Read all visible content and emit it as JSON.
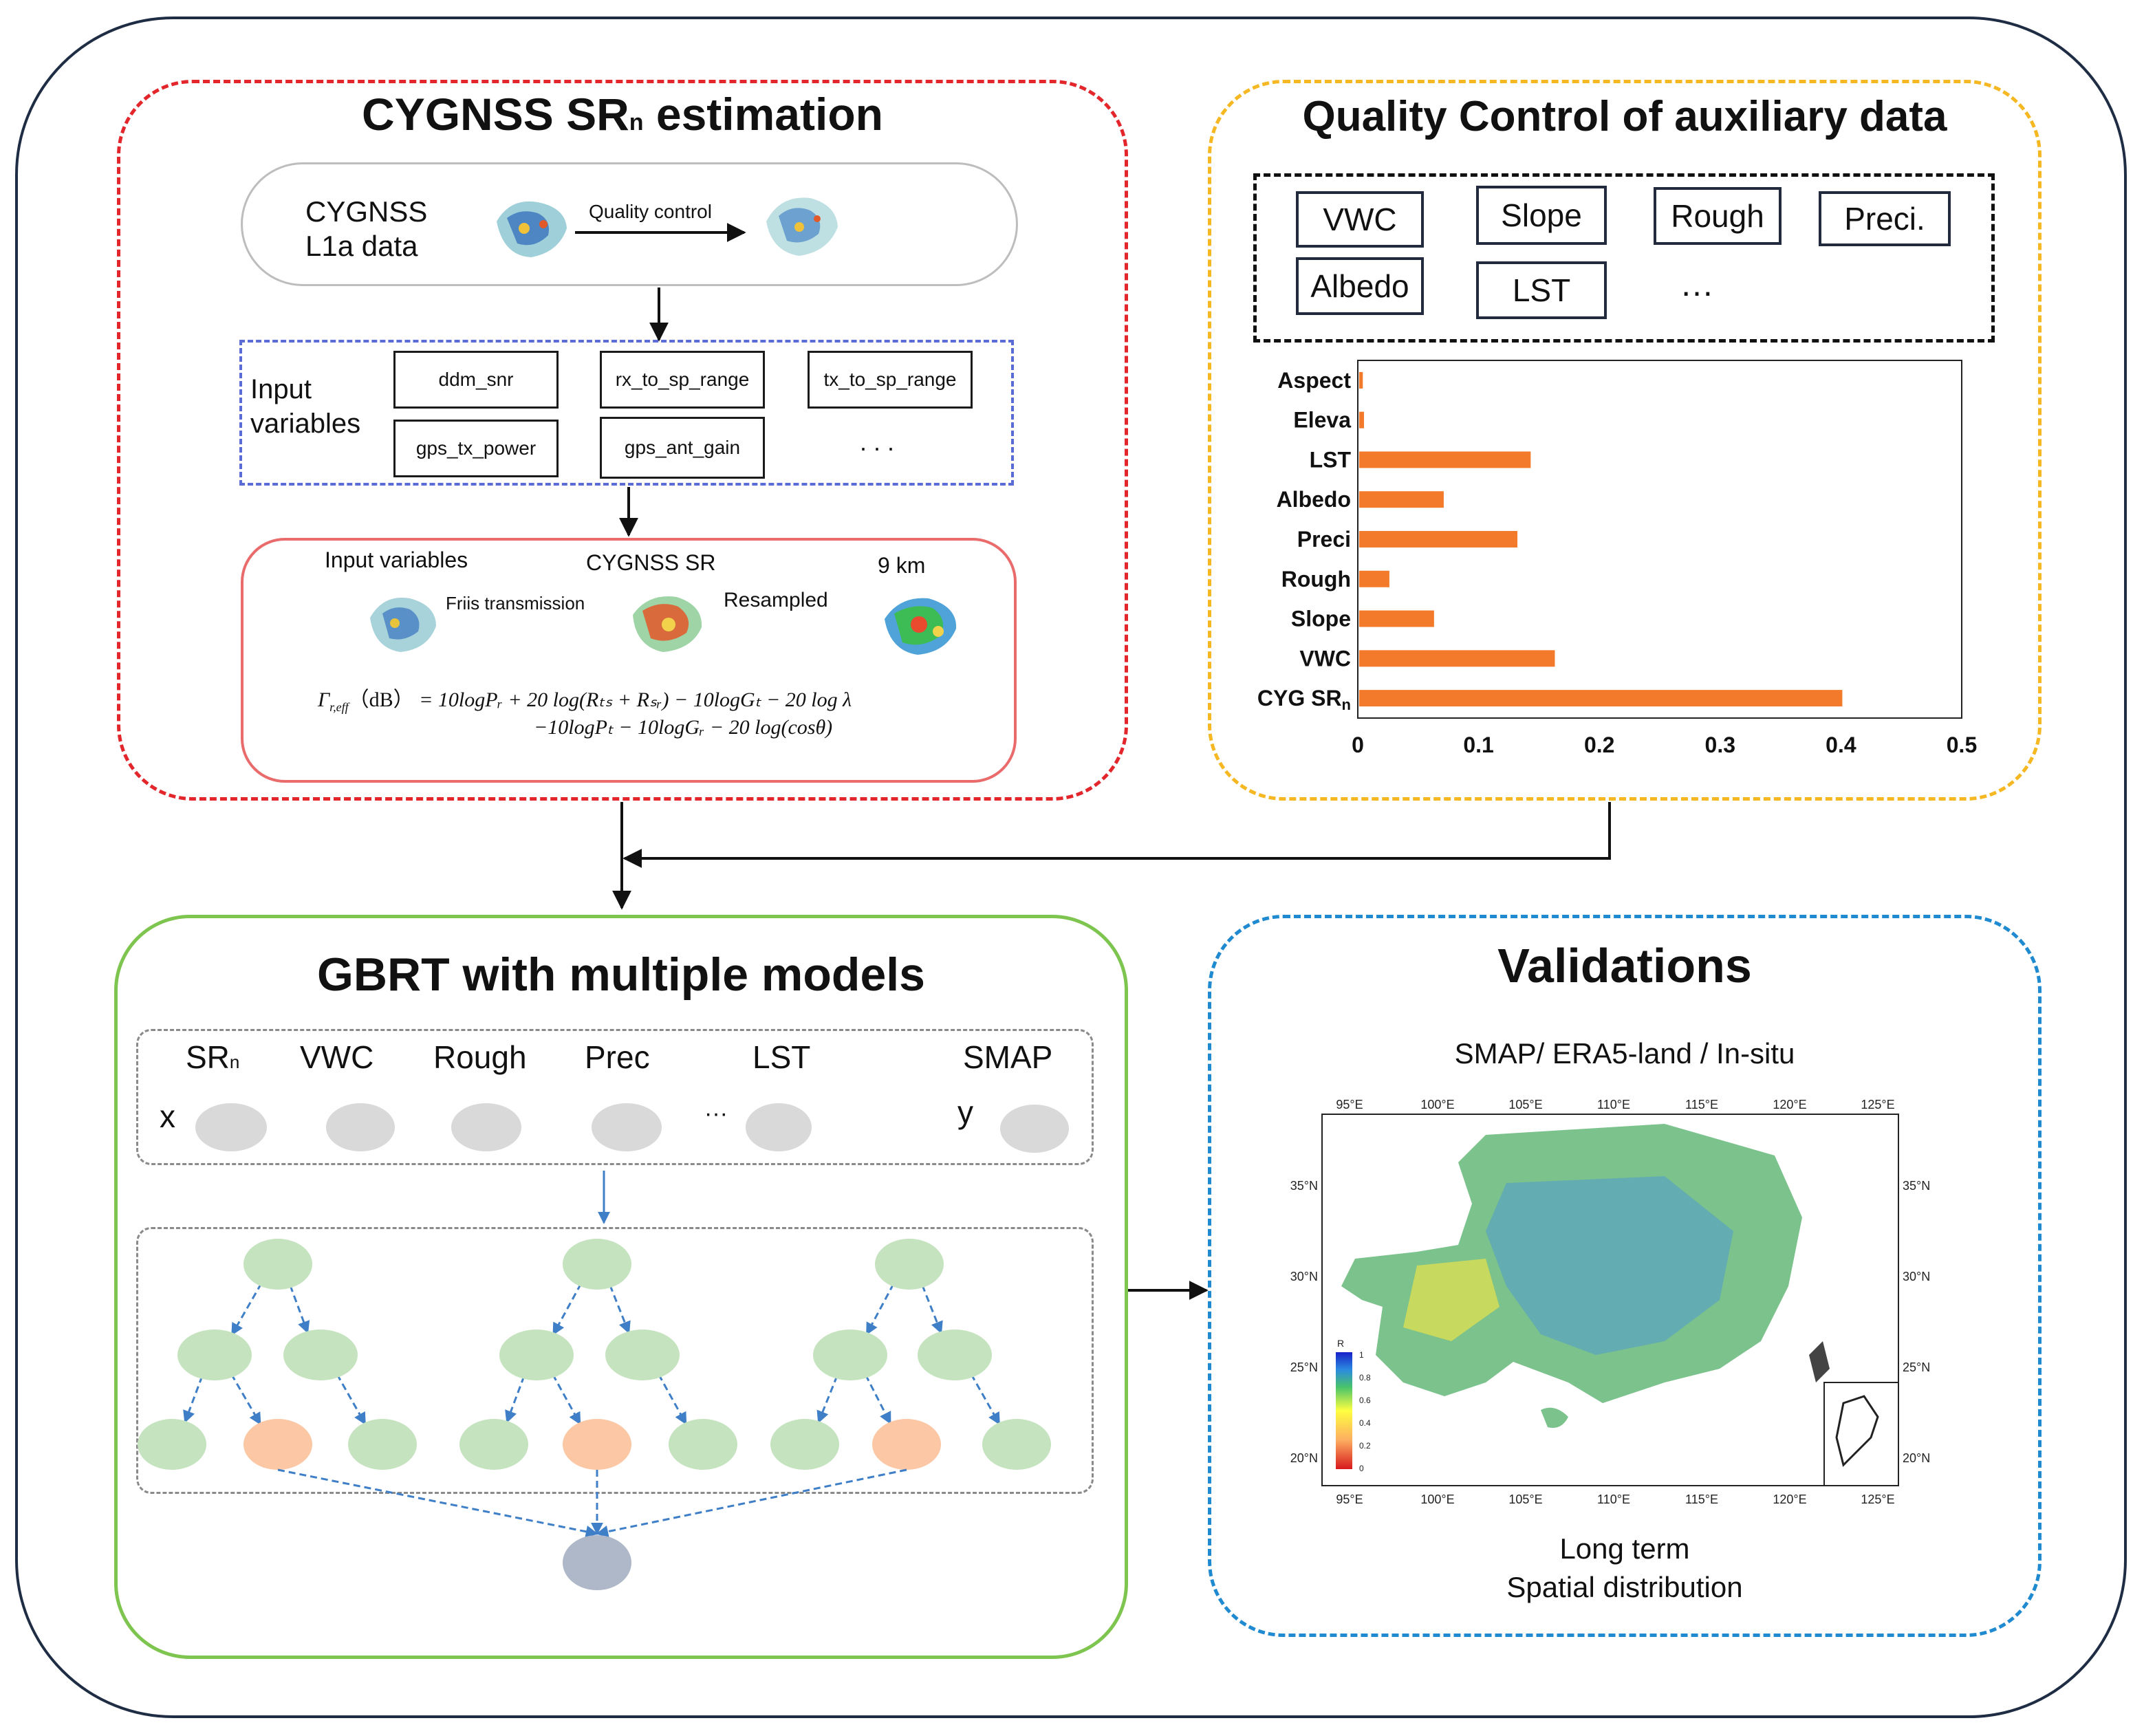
{
  "cygnss_panel": {
    "title_main": "CYGNSS SR",
    "title_sub": "n",
    "title_rest": " estimation",
    "l1a_line1": "CYGNSS",
    "l1a_line2": "L1a data",
    "quality_control": "Quality control",
    "input_label_1": "Input",
    "input_label_2": "variables",
    "variables": [
      "ddm_snr",
      "rx_to_sp_range",
      "tx_to_sp_range",
      "gps_tx_power",
      "gps_ant_gain",
      ". . ."
    ],
    "step_input": "Input variables",
    "step_sr": "CYGNSS SR",
    "step_res": "9 km",
    "friis": "Friis transmission",
    "resampled": "Resampled",
    "eq_line1_left": "Γ",
    "eq_line1_sub": "r,eff",
    "eq_line1_unit": "（dB）",
    "eq_line1_rhs": "= 10logPᵣ + 20 log(Rₜₛ + Rₛᵣ) − 10logGₜ − 20 log λ",
    "eq_line2": "−10logPₜ − 10logGᵣ − 20 log(cosθ)"
  },
  "qc_panel": {
    "title": "Quality Control of auxiliary  data",
    "aux_items": [
      "VWC",
      "Slope",
      "Rough",
      "Preci.",
      "Albedo",
      "LST",
      "…"
    ]
  },
  "chart_data": {
    "type": "bar",
    "orientation": "horizontal",
    "categories": [
      "Aspect",
      "Eleva",
      "LST",
      "Albedo",
      "Preci",
      "Rough",
      "Slope",
      "VWC",
      "CYG SRn"
    ],
    "values": [
      0.003,
      0.004,
      0.142,
      0.07,
      0.131,
      0.025,
      0.062,
      0.162,
      0.4
    ],
    "xlim": [
      0,
      0.5
    ],
    "xticks": [
      "0",
      "0.1",
      "0.2",
      "0.3",
      "0.4",
      "0.5"
    ],
    "bar_color": "#f37a2a",
    "grid": false
  },
  "gbrt_panel": {
    "title": "GBRT with multiple models",
    "features": [
      "SR",
      "VWC",
      "Rough",
      "Prec",
      "LST",
      "SMAP"
    ],
    "sr_sub": "n",
    "x_label": "x",
    "y_label": "y",
    "dots": "···",
    "node_green": "#c5e3bf",
    "node_orange": "#fbc7a4",
    "node_out": "#aeb8c8"
  },
  "validation_panel": {
    "title": "Validations",
    "subtitle": "SMAP/ ERA5-land / In-situ",
    "lon_ticks": [
      "95°E",
      "100°E",
      "105°E",
      "110°E",
      "115°E",
      "120°E",
      "125°E"
    ],
    "lat_ticks": [
      "35°N",
      "30°N",
      "25°N",
      "20°N"
    ],
    "legend_title": "R",
    "legend_ticks": [
      "1",
      "0.8",
      "0.6",
      "0.4",
      "0.2",
      "0"
    ],
    "caption_1": "Long term",
    "caption_2": "Spatial distribution"
  }
}
